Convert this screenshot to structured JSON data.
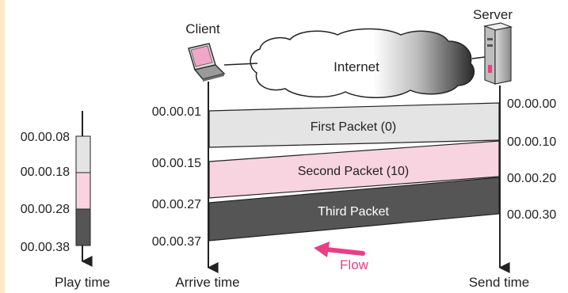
{
  "labels": {
    "client": "Client",
    "server": "Server",
    "internet": "Internet",
    "flow": "Flow",
    "play_time": "Play time",
    "arrive_time": "Arrive time",
    "send_time": "Send time"
  },
  "arrive_times": [
    "00.00.01",
    "00.00.15",
    "00.00.27",
    "00.00.37"
  ],
  "send_times": [
    "00.00.00",
    "00.00.10",
    "00.00.20",
    "00.00.30"
  ],
  "play_times": [
    "00.00.08",
    "00.00.18",
    "00.00.28",
    "00.00.38"
  ],
  "packets": [
    {
      "label": "First Packet (0)",
      "color": "#e4e4e4",
      "text_color": "#222222"
    },
    {
      "label": "Second Packet (10)",
      "color": "#f8d3e0",
      "text_color": "#222222"
    },
    {
      "label": "Third Packet",
      "color": "#555555",
      "text_color": "#ffffff"
    }
  ],
  "colors": {
    "flow_arrow": "#e83f86",
    "flow_text": "#e83f86",
    "axis": "#222222",
    "cloud_light": "#ffffff",
    "cloud_dark": "#3a3a3a"
  },
  "icons": {
    "client": "laptop-icon",
    "server": "server-tower-icon"
  }
}
